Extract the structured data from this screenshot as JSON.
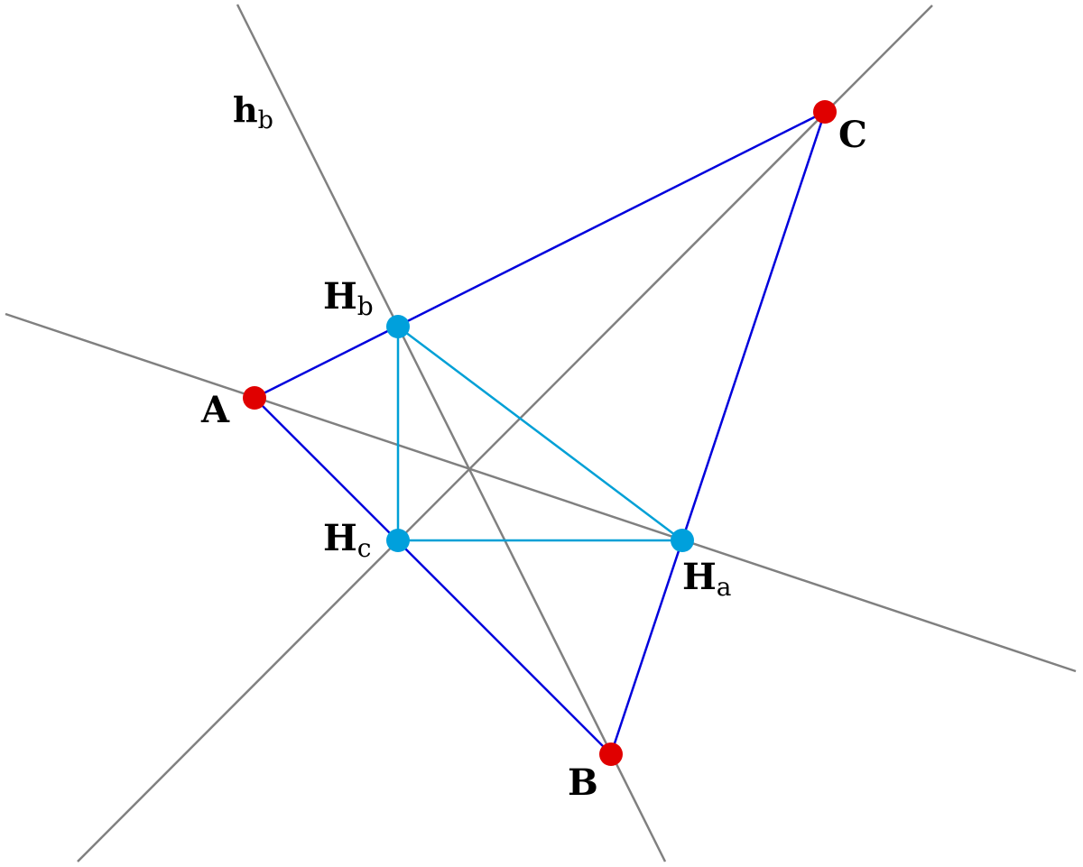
{
  "colors": {
    "background": "#ffffff",
    "altitude_line": "#808080",
    "triangle_side": "#0000dd",
    "orthic_side": "#00a0d6",
    "vertex_point": "#e00000",
    "foot_point": "#00a0dc"
  },
  "points": {
    "A": {
      "label": "A",
      "sub": ""
    },
    "B": {
      "label": "B",
      "sub": ""
    },
    "C": {
      "label": "C",
      "sub": ""
    },
    "Ha": {
      "label": "H",
      "sub": "a"
    },
    "Hb": {
      "label": "H",
      "sub": "b"
    },
    "Hc": {
      "label": "H",
      "sub": "c"
    }
  },
  "lines": {
    "hb": {
      "label": "h",
      "sub": "b"
    }
  }
}
